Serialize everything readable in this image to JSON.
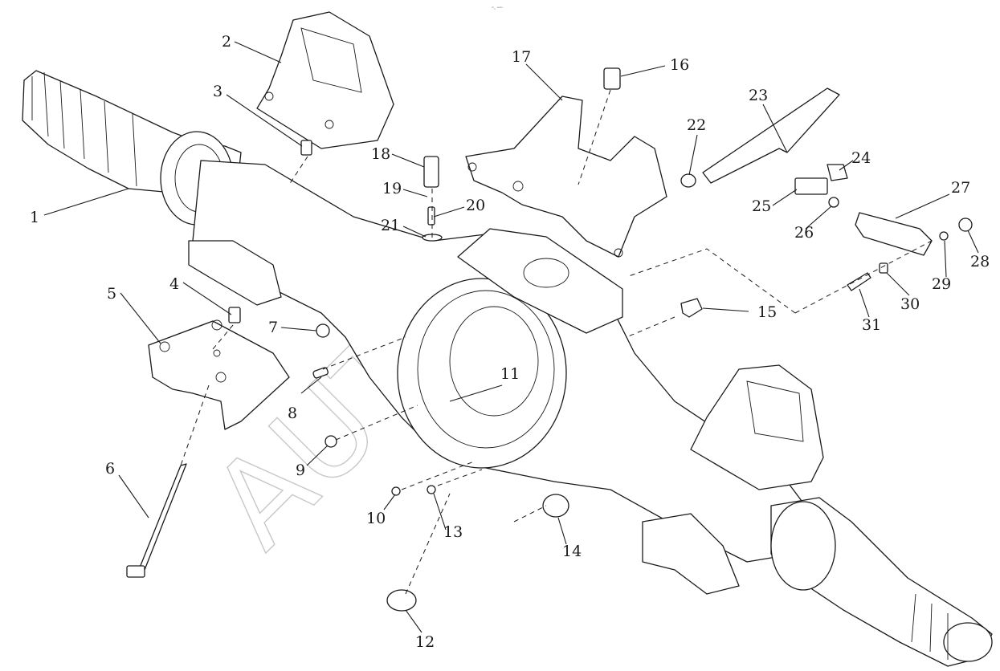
{
  "header_mark": "ᵐₙ ᵃᵘᵗᵒ",
  "watermark": "AUTO",
  "callouts": [
    {
      "id": "1",
      "text": "1"
    },
    {
      "id": "2",
      "text": "2"
    },
    {
      "id": "3",
      "text": "3"
    },
    {
      "id": "4",
      "text": "4"
    },
    {
      "id": "5",
      "text": "5"
    },
    {
      "id": "6",
      "text": "6"
    },
    {
      "id": "7",
      "text": "7"
    },
    {
      "id": "8",
      "text": "8"
    },
    {
      "id": "9",
      "text": "9"
    },
    {
      "id": "10",
      "text": "10"
    },
    {
      "id": "11",
      "text": "11"
    },
    {
      "id": "12",
      "text": "12"
    },
    {
      "id": "13",
      "text": "13"
    },
    {
      "id": "14",
      "text": "14"
    },
    {
      "id": "15",
      "text": "15"
    },
    {
      "id": "16",
      "text": "16"
    },
    {
      "id": "17",
      "text": "17"
    },
    {
      "id": "18",
      "text": "18"
    },
    {
      "id": "19",
      "text": "19"
    },
    {
      "id": "20",
      "text": "20"
    },
    {
      "id": "21",
      "text": "21"
    },
    {
      "id": "22",
      "text": "22"
    },
    {
      "id": "23",
      "text": "23"
    },
    {
      "id": "24",
      "text": "24"
    },
    {
      "id": "25",
      "text": "25"
    },
    {
      "id": "26",
      "text": "26"
    },
    {
      "id": "27",
      "text": "27"
    },
    {
      "id": "28",
      "text": "28"
    },
    {
      "id": "29",
      "text": "29"
    },
    {
      "id": "30",
      "text": "30"
    },
    {
      "id": "31",
      "text": "31"
    }
  ]
}
